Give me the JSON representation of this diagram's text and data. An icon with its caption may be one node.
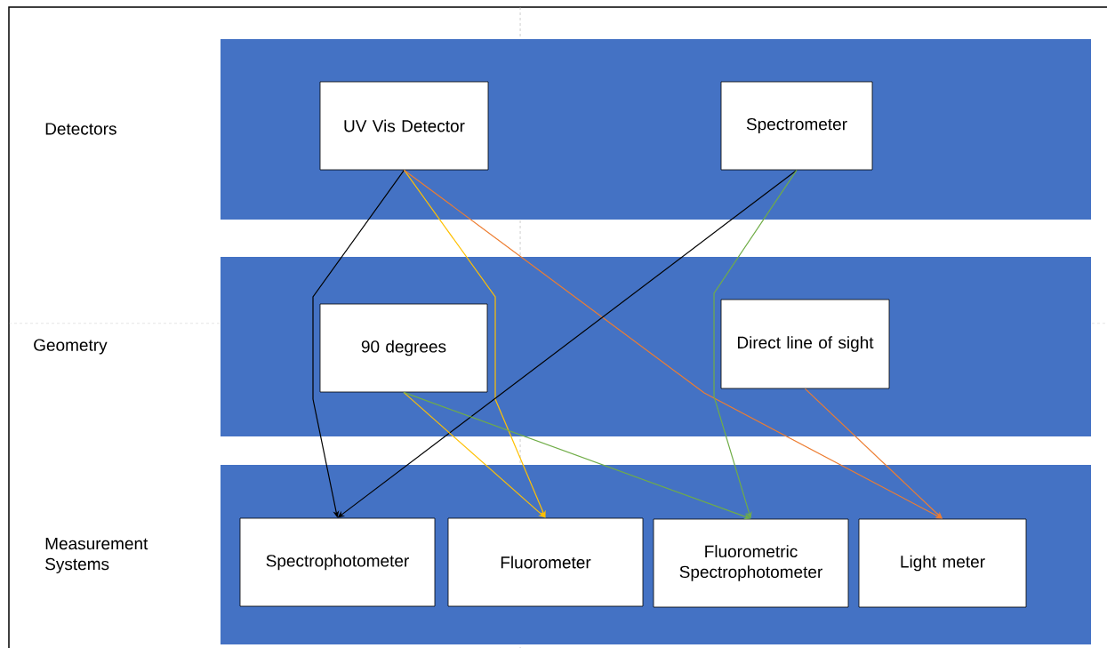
{
  "diagram": {
    "nodes": [
      {
        "text": [],
        "shape": "box"
      },
      {
        "text": [
          "UV Vis Detector"
        ],
        "in": 0
      },
      {
        "text": [
          "Spectrometer"
        ],
        "in": 0
      },
      {
        "text": [],
        "shape": "box"
      },
      {
        "text": [
          "90 degrees"
        ],
        "in": 3
      },
      {
        "text": [
          "Direct line of sight"
        ],
        "in": 3
      },
      {
        "text": [],
        "shape": "box"
      },
      {
        "text": [
          "Spectrophotometer"
        ],
        "in": 6
      },
      {
        "text": [
          "Fluorometer"
        ],
        "in": 6
      },
      {
        "text": [
          "Fluorometric Spectrophotometer"
        ],
        "in": 6
      },
      {
        "text": [
          "Light meter"
        ],
        "in": 6
      }
    ],
    "edges": [
      {
        "from": 1,
        "to": 7,
        "arrow": "to",
        "color": "#000000"
      },
      {
        "from": 1,
        "to": 8,
        "arrow": "to",
        "color": "#ffc000"
      },
      {
        "from": 1,
        "to": 10,
        "arrow": "to",
        "color": "#ed7d31"
      },
      {
        "from": 2,
        "to": 7,
        "arrow": "to",
        "color": "#000000"
      },
      {
        "from": 2,
        "to": 9,
        "arrow": "to",
        "color": "#70ad47"
      },
      {
        "from": 4,
        "to": 8,
        "arrow": "to",
        "color": "#ffc000"
      },
      {
        "from": 4,
        "to": 9,
        "arrow": "to",
        "color": "#70ad47"
      },
      {
        "from": 5,
        "to": 10,
        "arrow": "to",
        "color": "#ed7d31"
      }
    ],
    "labels": [
      "Detectors",
      "Geometry",
      "Measurement Systems"
    ]
  }
}
